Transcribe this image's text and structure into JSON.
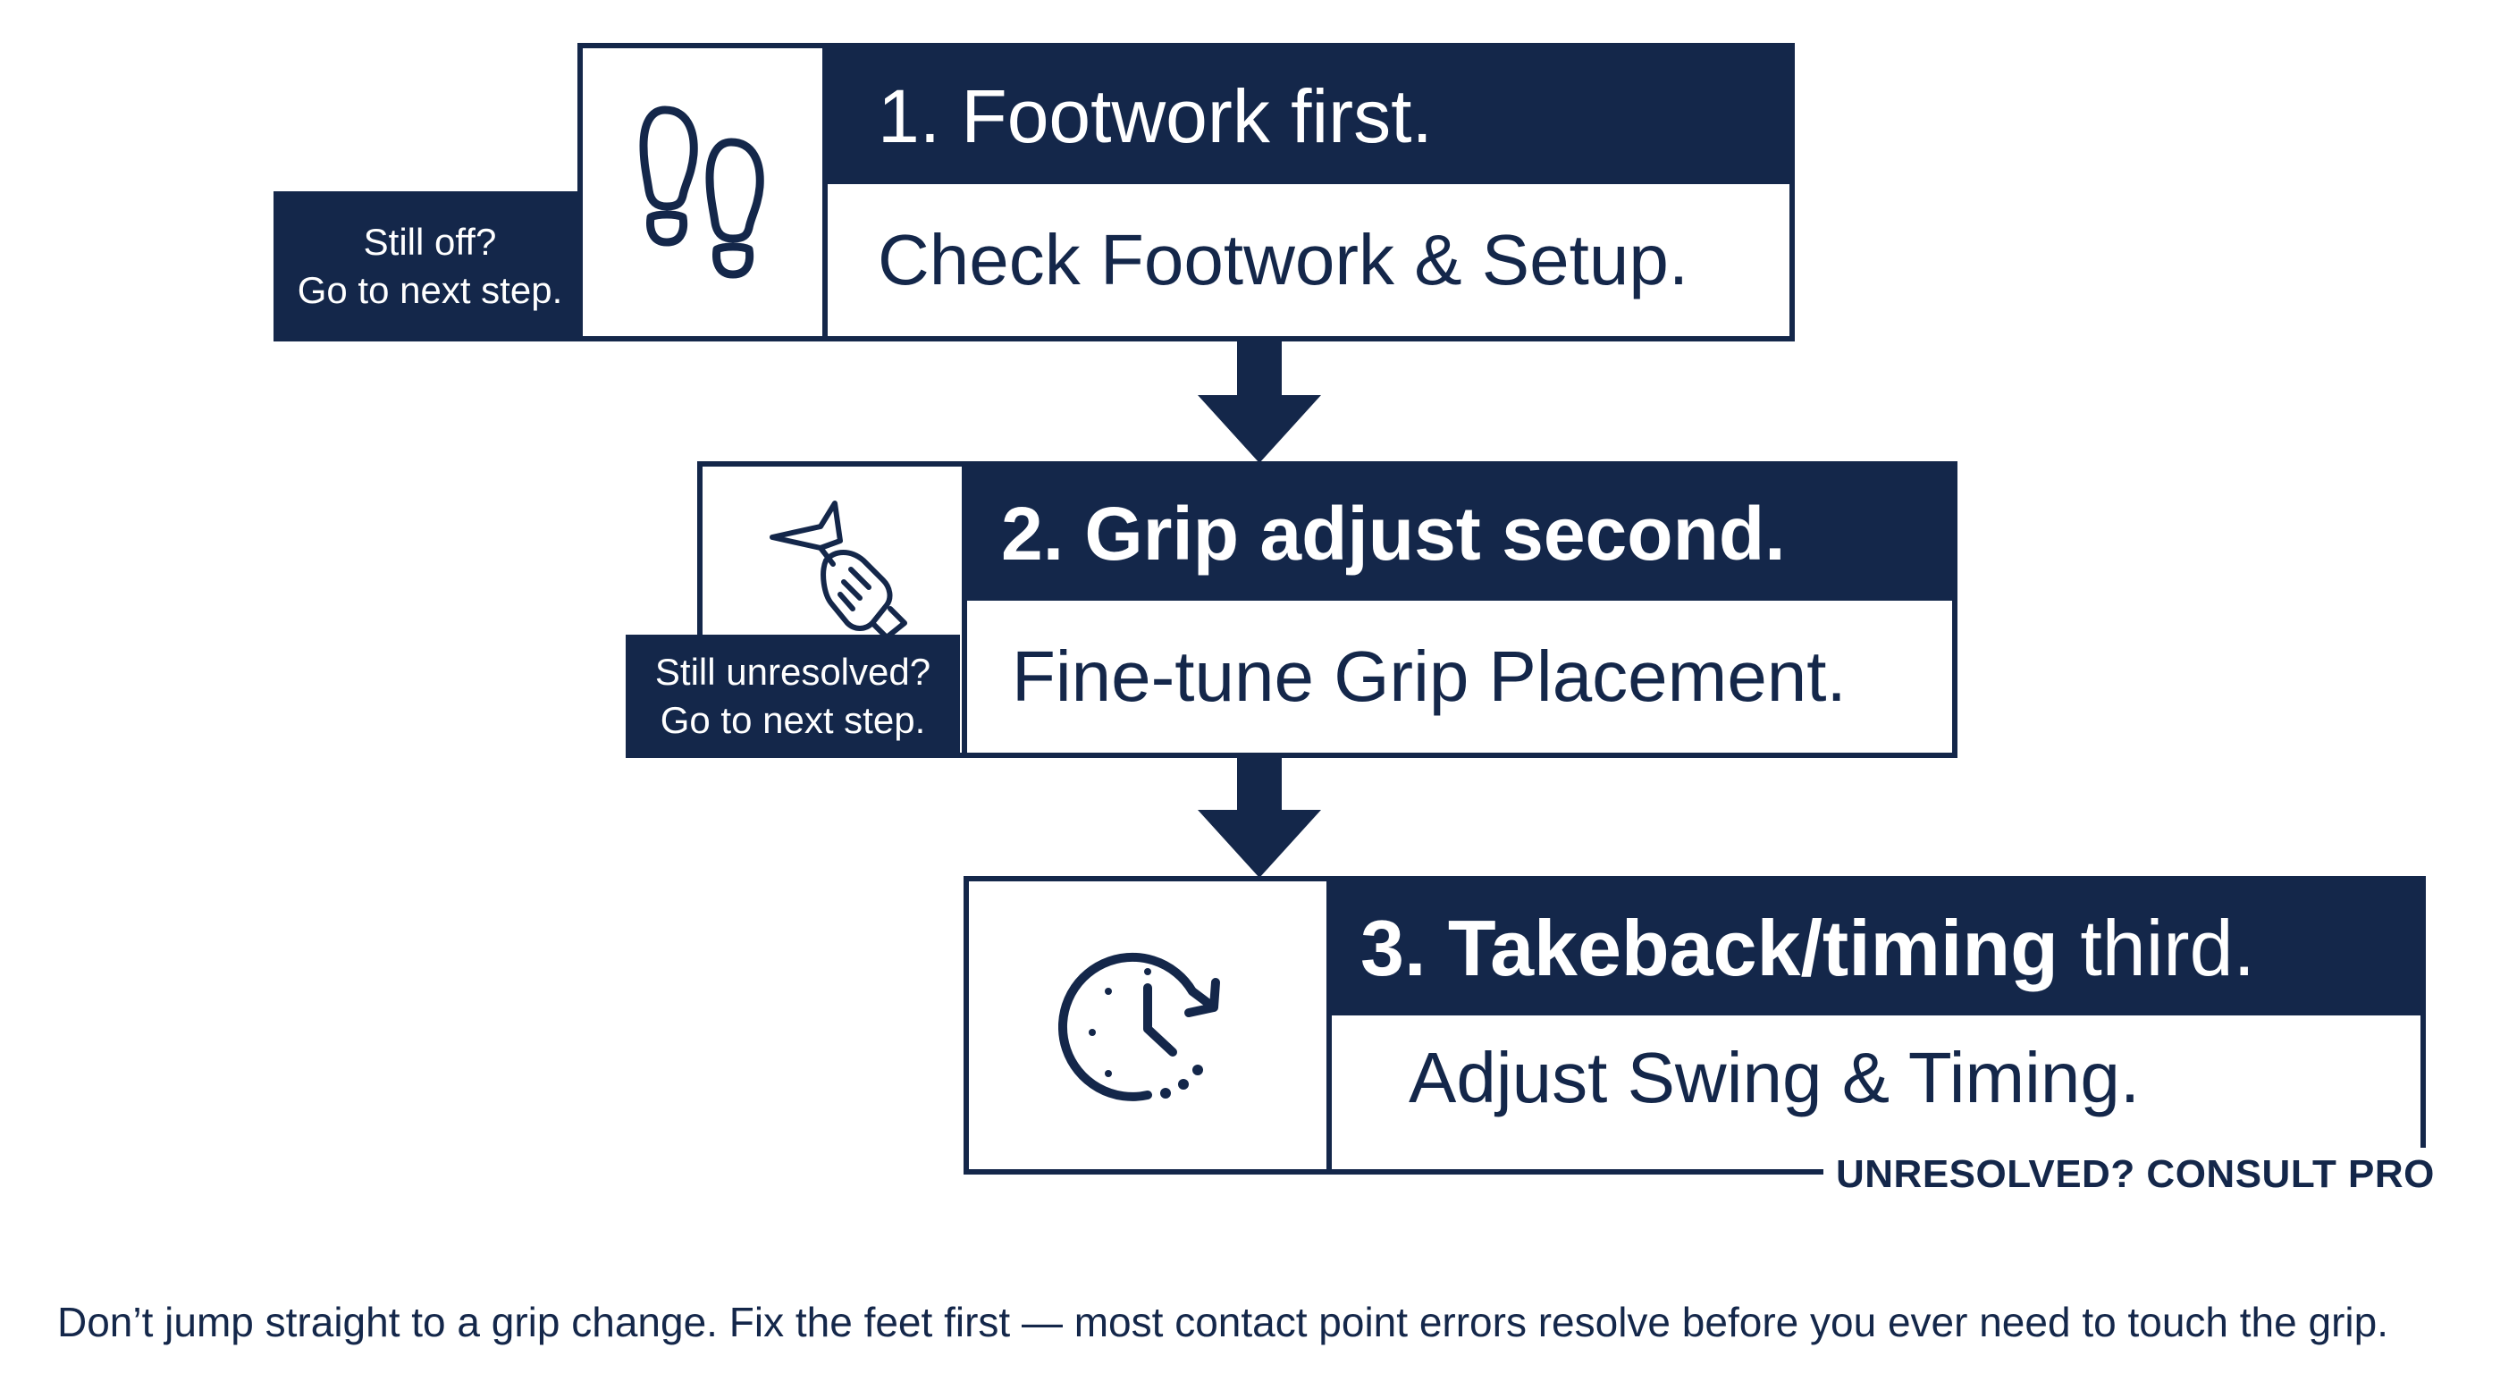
{
  "steps": [
    {
      "heading": "1. Footwork first.",
      "action": "Check Footwork & Setup.",
      "icon": "footprints-icon",
      "side_note": [
        "Still off?",
        "Go to next step."
      ]
    },
    {
      "heading": "2. Grip adjust second.",
      "action": "Fine-tune Grip Placement.",
      "icon": "hand-grip-racket-icon",
      "side_note": [
        "Still unresolved?",
        "Go to next step."
      ]
    },
    {
      "heading_bold": "3. Takeback/timing",
      "heading_rest": " third.",
      "action": "Adjust Swing & Timing.",
      "icon": "clock-rotate-icon",
      "escalation": "UNRESOLVED? CONSULT PRO"
    }
  ],
  "footer": "Don’t jump straight to a grip change. Fix the feet first — most contact point errors resolve before you ever need to touch the grip.",
  "colors": {
    "navy": "#14274a",
    "background": "#ffffff"
  }
}
